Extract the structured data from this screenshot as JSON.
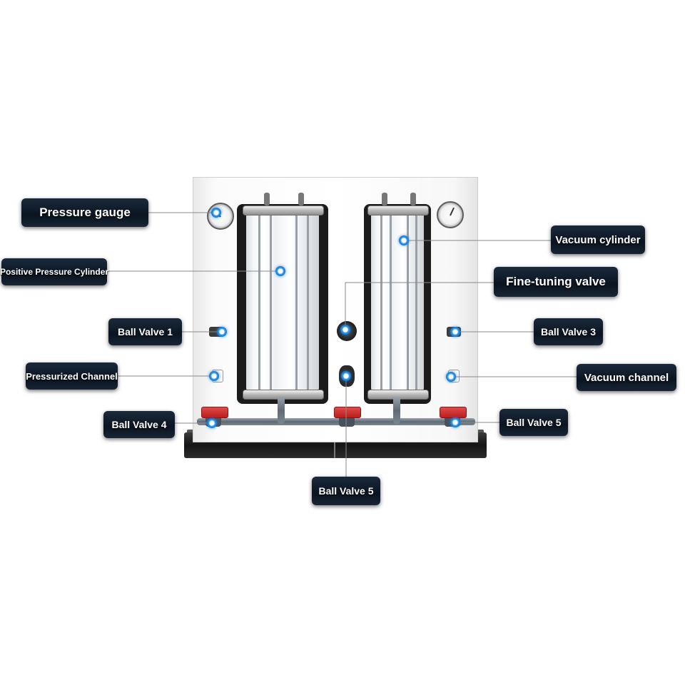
{
  "labels": {
    "pressure_gauge": "Pressure gauge",
    "positive_pressure_cylinder": "Positive Pressure Cylinder",
    "ball_valve_1": "Ball Valve 1",
    "pressurized_channel": "Pressurized Channel",
    "ball_valve_4": "Ball Valve 4",
    "vacuum_cylinder": "Vacuum cylinder",
    "fine_tuning_valve": "Fine-tuning valve",
    "ball_valve_3": "Ball Valve 3",
    "vacuum_channel": "Vacuum channel",
    "ball_valve_5_right": "Ball Valve 5",
    "ball_valve_5_bottom": "Ball Valve 5"
  },
  "colors": {
    "label_bg": "#0b1420",
    "label_text": "#ffffff",
    "leader_line": "#8a8a8a",
    "marker": "#2d9bf0",
    "valve_handle": "#d23030"
  }
}
